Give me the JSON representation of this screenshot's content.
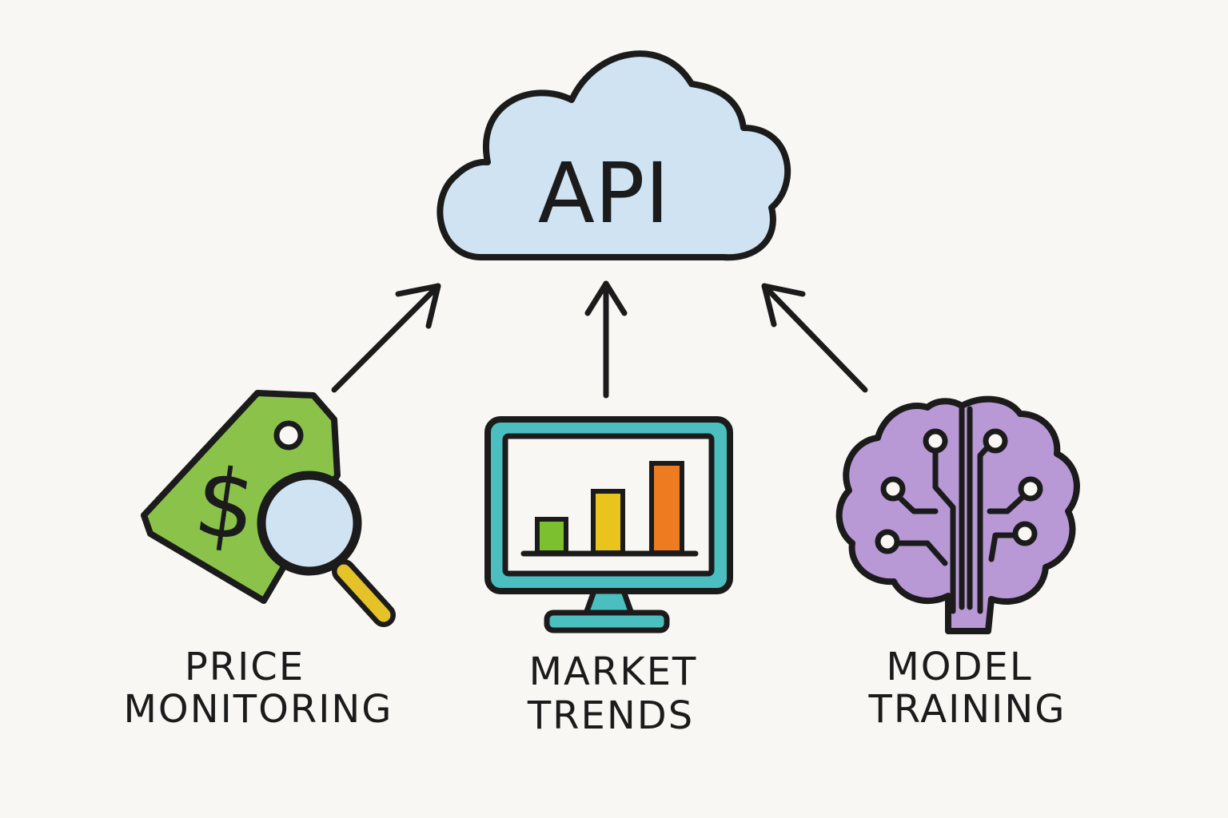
{
  "api": {
    "label": "API",
    "color": "#cfe3f3"
  },
  "nodes": [
    {
      "id": "price-monitoring",
      "line1": "PRICE",
      "line2": "MONITORING",
      "icon": "price-tag-magnifier-icon",
      "color": "#8bc34a",
      "accent": "#e6c229"
    },
    {
      "id": "market-trends",
      "line1": "MARKET",
      "line2": "TRENDS",
      "icon": "monitor-bar-chart-icon",
      "color": "#4bbfbf",
      "bars": [
        "#7cbf2f",
        "#e8c41d",
        "#ee7b1f"
      ]
    },
    {
      "id": "model-training",
      "line1": "MODEL",
      "line2": "TRAINING",
      "icon": "circuit-brain-icon",
      "color": "#b899d6"
    }
  ]
}
